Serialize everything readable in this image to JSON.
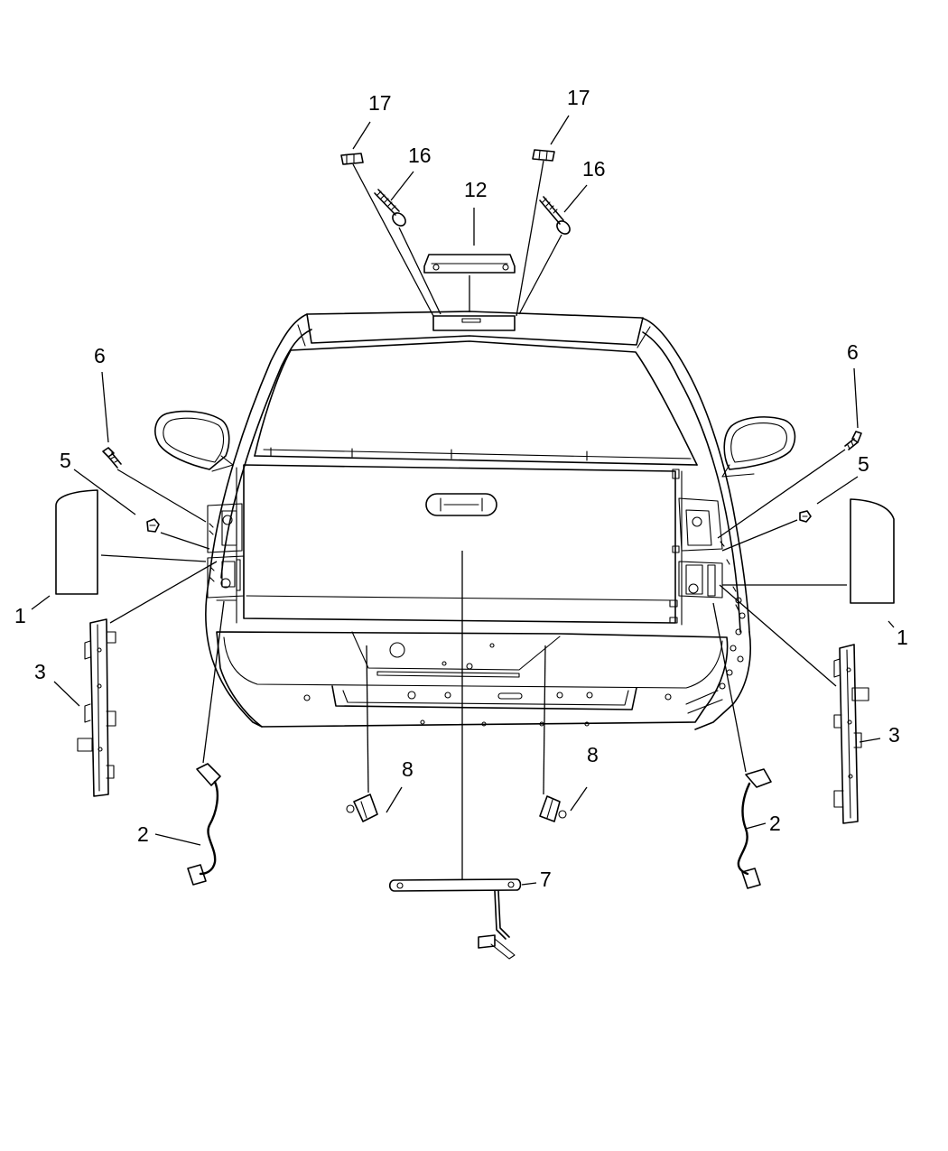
{
  "diagram": {
    "callouts": [
      {
        "id": "label-17-left",
        "text": "17"
      },
      {
        "id": "label-17-right",
        "text": "17"
      },
      {
        "id": "label-16-left",
        "text": "16"
      },
      {
        "id": "label-16-right",
        "text": "16"
      },
      {
        "id": "label-12",
        "text": "12"
      },
      {
        "id": "label-6-left",
        "text": "6"
      },
      {
        "id": "label-6-right",
        "text": "6"
      },
      {
        "id": "label-5-left",
        "text": "5"
      },
      {
        "id": "label-5-right",
        "text": "5"
      },
      {
        "id": "label-1-left",
        "text": "1"
      },
      {
        "id": "label-1-right",
        "text": "1"
      },
      {
        "id": "label-3-left",
        "text": "3"
      },
      {
        "id": "label-3-right",
        "text": "3"
      },
      {
        "id": "label-2-left",
        "text": "2"
      },
      {
        "id": "label-2-right",
        "text": "2"
      },
      {
        "id": "label-8-left",
        "text": "8"
      },
      {
        "id": "label-8-right",
        "text": "8"
      },
      {
        "id": "label-7",
        "text": "7"
      }
    ]
  }
}
